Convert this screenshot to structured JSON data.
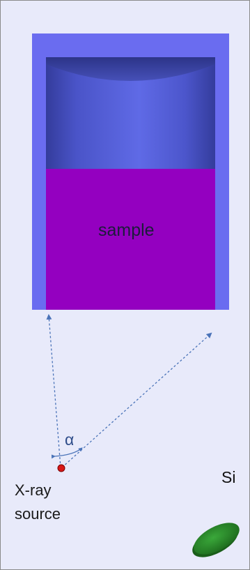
{
  "labels": {
    "sample": "sample",
    "angle": "α",
    "source_line1": "X-ray",
    "source_line2": "source",
    "detector": "Si"
  },
  "colors": {
    "background": "#e8eafa",
    "container_wall": "#6a6cf0",
    "container_inner": "#5a62d8",
    "sample": "#9400c0",
    "beam": "#4a73b8",
    "source_dot": "#d81818",
    "detector": "#2e8a2e"
  },
  "icons": {
    "source": "red-dot",
    "detector": "green-disk"
  }
}
